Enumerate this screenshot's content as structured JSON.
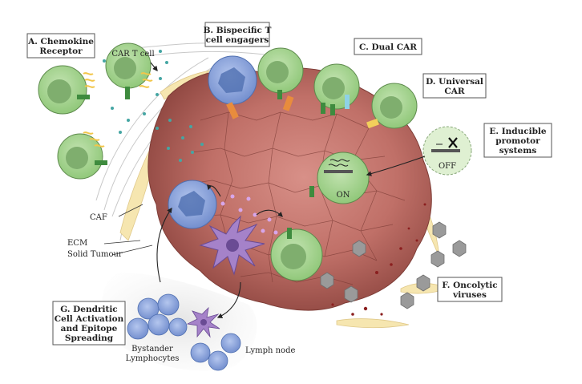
{
  "labels": {
    "chemokine_a": "A. Chemokine",
    "chemokine_b": "Receptor",
    "bispecific_a": "B. Bispecific T",
    "bispecific_b": "cell engagers",
    "dual_car": "C. Dual CAR",
    "universal_a": "D. Universal",
    "universal_b": "CAR",
    "inducible_a": "E. Inducible",
    "inducible_b": "promotor",
    "inducible_c": "systems",
    "oncolytic_a": "F. Oncolytic",
    "oncolytic_b": "viruses",
    "dendritic_a": "G. Dendritic",
    "dendritic_b": "Cell Activation",
    "dendritic_c": "and Epitope",
    "dendritic_d": "Spreading"
  },
  "annotations": {
    "car_t_cell": "CAR T cell",
    "caf": "CAF",
    "ecm": "ECM",
    "solid_tumour": "Solid Tumour",
    "on": "ON",
    "off": "OFF",
    "bystander_a": "Bystander",
    "bystander_b": "Lymphocytes",
    "lymph_node": "Lymph node"
  },
  "colors": {
    "tumour": "#b5625b",
    "car_t": "#a6d392",
    "car_t_nucleus": "#7fae6e",
    "lymphocyte": "#8aa3d8",
    "dendritic": "#9f7ec4",
    "chemokine": "#4aa6a3",
    "virus": "#8c8c8c",
    "receptor": "#f2cf5b"
  }
}
